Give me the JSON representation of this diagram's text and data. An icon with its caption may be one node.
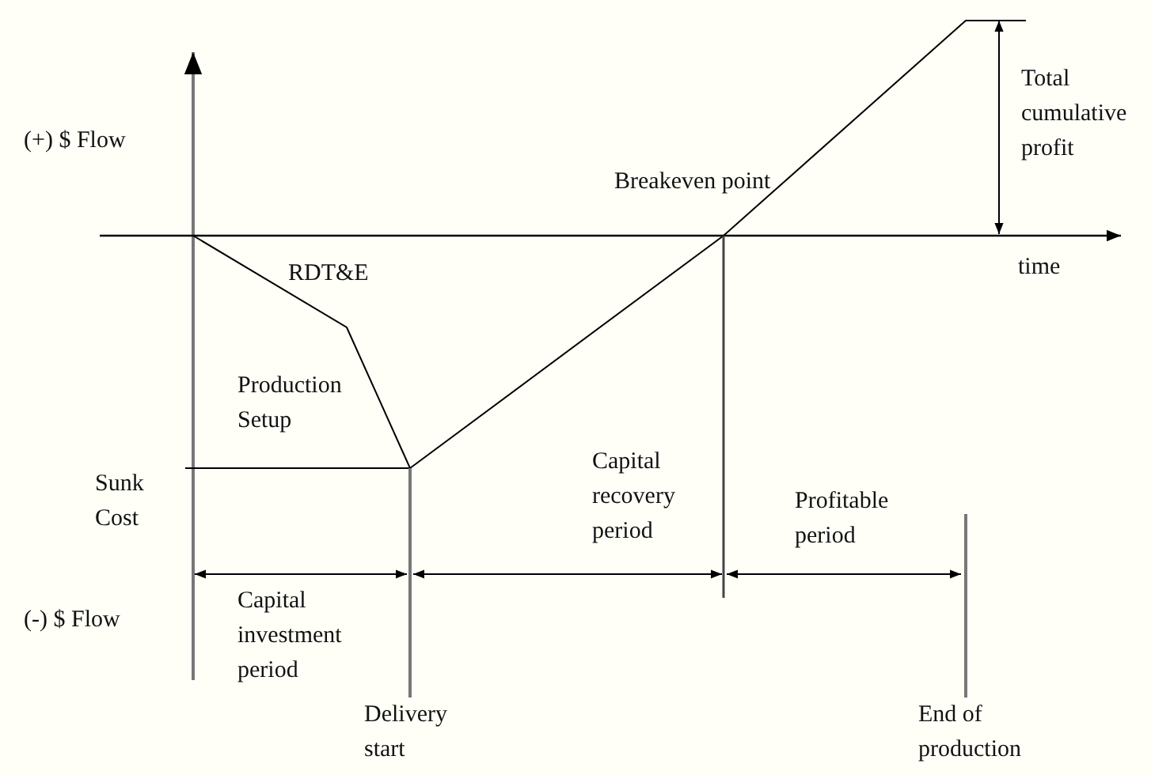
{
  "diagram": {
    "labels": [
      "(+) $ Flow",
      "Total cumulative profit",
      "Breakeven point",
      "time",
      "RDT&E",
      "Production Setup",
      "Sunk Cost",
      "Capital recovery period",
      "Profitable period",
      "Capital investment period",
      "(-) $ Flow",
      "Delivery start",
      "End of production"
    ]
  }
}
